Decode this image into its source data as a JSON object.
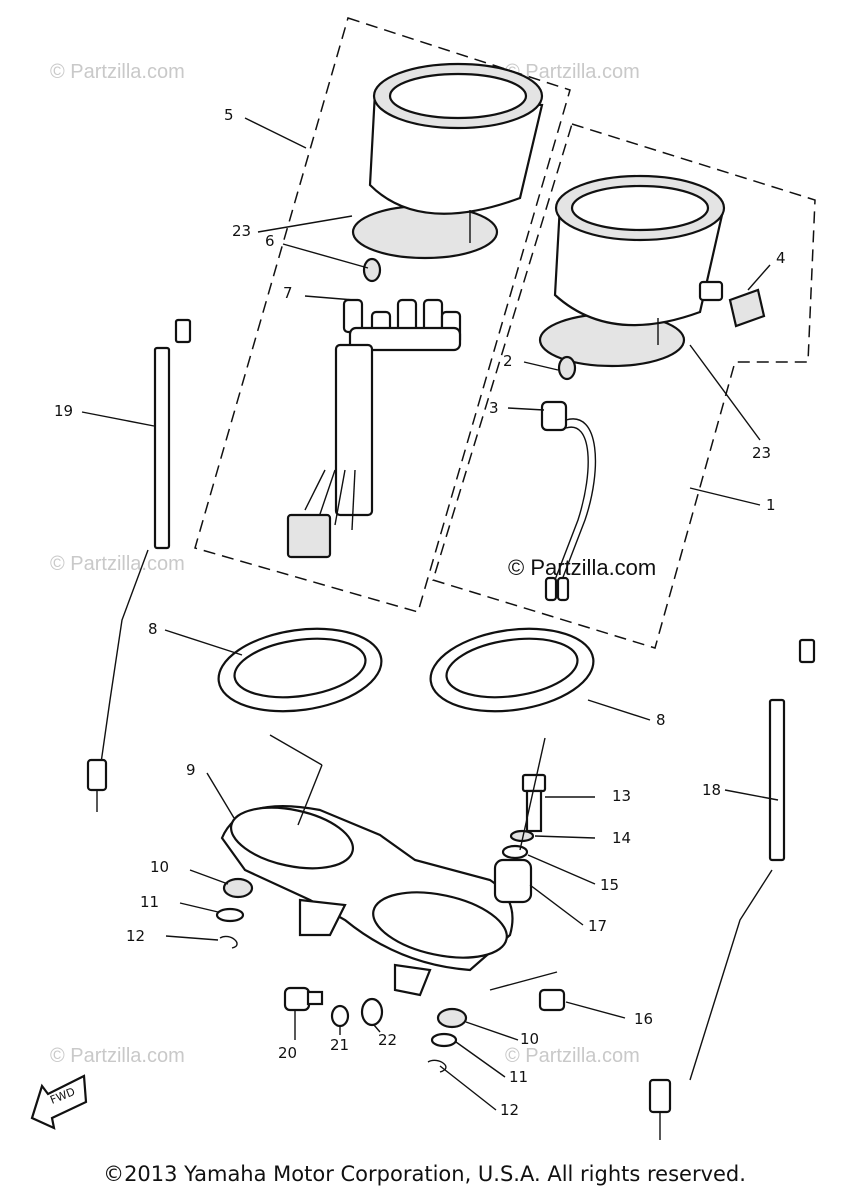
{
  "watermarks": [
    "© Partzilla.com",
    "© Partzilla.com",
    "© Partzilla.com",
    "© Partzilla.com",
    "© Partzilla.com",
    "© Partzilla.com"
  ],
  "center_watermark": "© Partzilla.com",
  "fwd_label": "FWD",
  "copyright": "©2013 Yamaha Motor Corporation, U.S.A. All rights reserved.",
  "callouts": [
    "1",
    "2",
    "3",
    "4",
    "5",
    "6",
    "7",
    "8",
    "8",
    "9",
    "10",
    "10",
    "11",
    "11",
    "12",
    "12",
    "13",
    "14",
    "15",
    "16",
    "17",
    "18",
    "19",
    "20",
    "21",
    "22",
    "23",
    "23"
  ]
}
